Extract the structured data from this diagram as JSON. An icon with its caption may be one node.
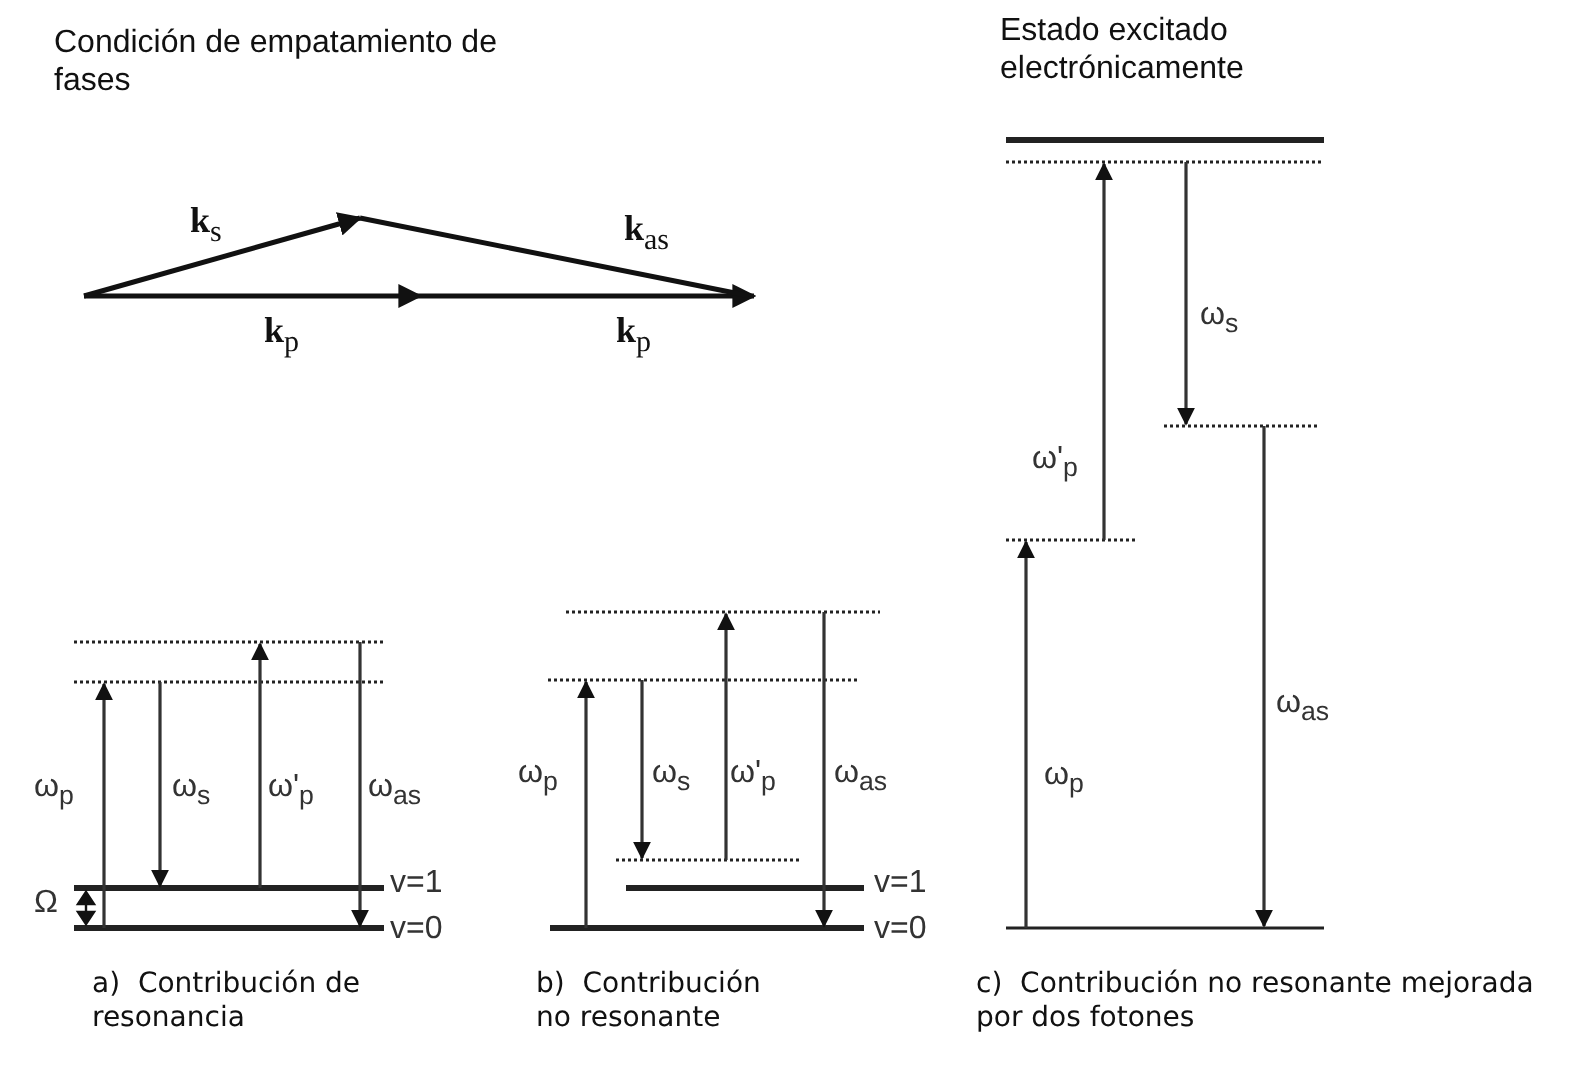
{
  "diagram": {
    "labels": [
      "Condición de empatamiento de fases",
      "Estado excitado electrónicamente",
      "**k**$_{s}$",
      "**k**$_{as}$",
      "**k**$_{p}$",
      "**k**$_{p}$",
      "ω$_{p}$",
      "ω$_{s}$",
      "ω'$_{p}$",
      "ω$_{as}$",
      "v=1",
      "Ω",
      "v=0",
      "ω$_{p}$",
      "ω$_{s}$",
      "ω'$_{p}$",
      "ω$_{as}$",
      "v=1",
      "v=0",
      "ω'$_{p}$",
      "ω$_{s}$",
      "ω$_{as}$",
      "ω$_{p}$",
      "a)  Contribución de resonancia",
      "b)  Contribución no resonante",
      "c)  Contribución no resonante mejorada por dos fotones"
    ]
  }
}
